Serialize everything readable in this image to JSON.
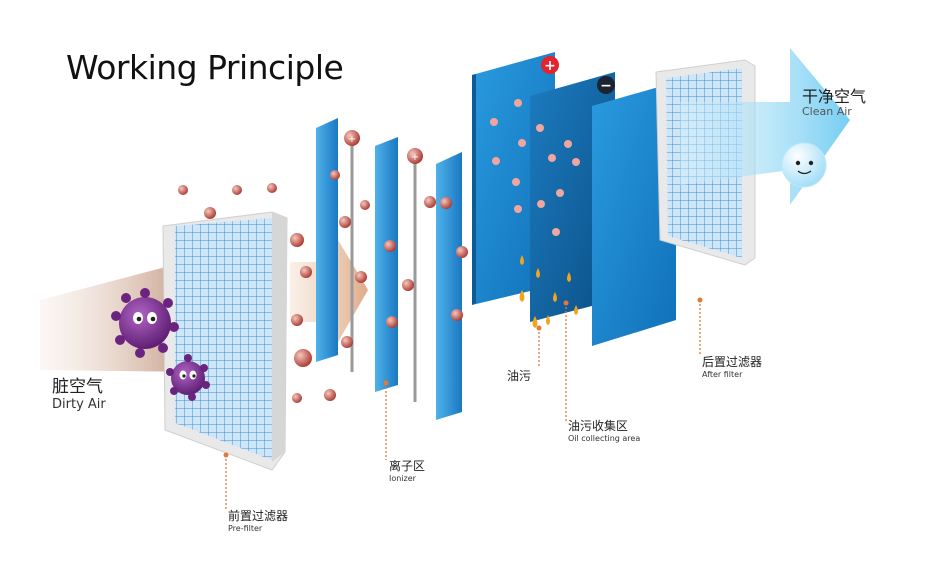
{
  "title": "Working Principle",
  "labels": {
    "dirty_air": {
      "zh": "脏空气",
      "en": "Dirty Air"
    },
    "clean_air": {
      "zh": "干净空气",
      "en": "Clean Air"
    },
    "pre_filter": {
      "zh": "前置过滤器",
      "en": "Pre-filter"
    },
    "ionizer": {
      "zh": "离子区",
      "en": "Ionizer"
    },
    "oil_dirt": {
      "zh": "油污"
    },
    "oil_collecting": {
      "zh": "油污收集区",
      "en": "Oil collecting area"
    },
    "after_filter": {
      "zh": "后置过滤器",
      "en": "After filter"
    }
  },
  "plate_signs": {
    "plus": "+",
    "minus": "−"
  },
  "colors": {
    "plate_blue": "#1e88d0",
    "plate_dark": "#0f5f9c",
    "filter_grid": "#5aa6e0",
    "frame": "#e8e8e8",
    "arrow_dirty": "#c9a38f",
    "arrow_clean": "#6ecbf2",
    "germ": "#7b2d8e",
    "particle": "#c8524a",
    "oil": "#f2a51c",
    "leader": "#e07a3a"
  }
}
